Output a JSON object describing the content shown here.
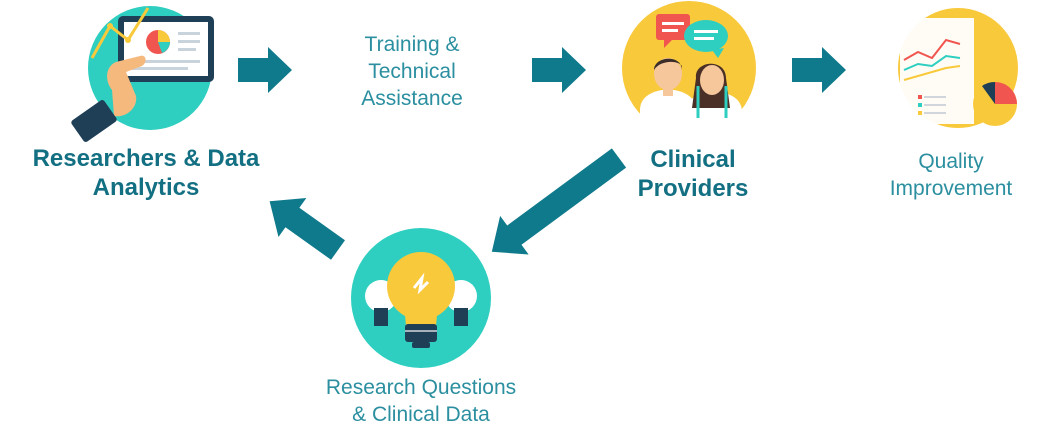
{
  "nodes": {
    "researchers": {
      "label": "Researchers & Data\nAnalytics"
    },
    "training": {
      "label": "Training &\nTechnical\nAssistance"
    },
    "clinical": {
      "label": "Clinical\nProviders"
    },
    "quality": {
      "label": "Quality\nImprovement"
    },
    "research_questions": {
      "label": "Research Questions\n& Clinical Data"
    }
  },
  "colors": {
    "teal_circle": "#2ecfc0",
    "yellow_circle": "#f9c93c",
    "arrow": "#0e7a8c",
    "label_bold": "#136f82",
    "label_light": "#2b8fa0"
  },
  "icons": {
    "researchers": "tablet-chart-icon",
    "clinical": "doctors-icon",
    "quality": "report-chart-icon",
    "research_questions": "lightbulb-icon"
  }
}
